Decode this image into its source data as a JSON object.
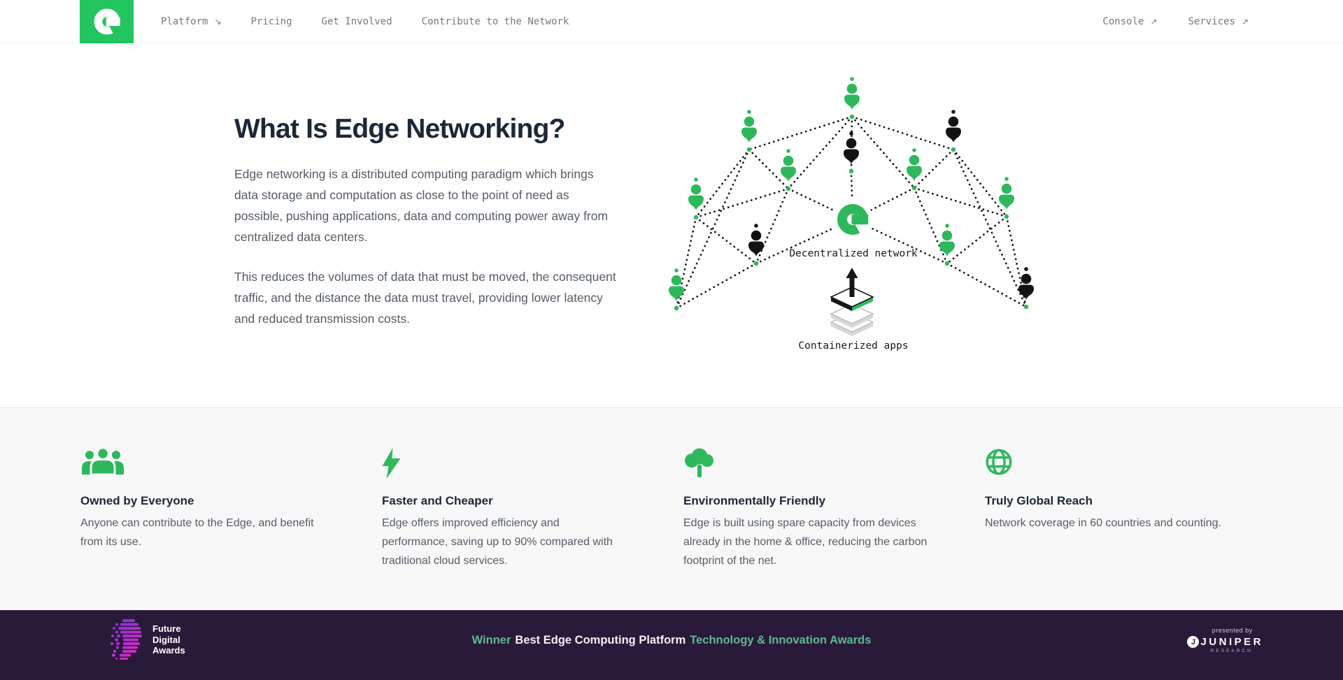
{
  "colors": {
    "brand_green": "#22c55e",
    "icon_green": "#2eb85c",
    "footer_bg": "#2a1a3a",
    "footer_green": "#5eb893",
    "heading": "#1d2736",
    "body_text": "#545c66"
  },
  "nav": {
    "links": [
      {
        "label": "Platform",
        "arrow": "↘"
      },
      {
        "label": "Pricing",
        "arrow": ""
      },
      {
        "label": "Get Involved",
        "arrow": ""
      },
      {
        "label": "Contribute to the Network",
        "arrow": ""
      }
    ],
    "right_links": [
      {
        "label": "Console",
        "arrow": "↗"
      },
      {
        "label": "Services",
        "arrow": "↗"
      }
    ]
  },
  "hero": {
    "title": "What Is Edge Networking?",
    "paragraph1": "Edge networking is a distributed computing paradigm which brings\ndata storage and computation as close to the point of need as\npossible, pushing applications, data and computing power away from\ncentralized data centers.",
    "paragraph2": "This reduces the volumes of data that must be moved, the consequent\ntraffic, and the distance the data must travel, providing lower latency\nand reduced transmission costs."
  },
  "diagram": {
    "label_network": "Decentralized network",
    "label_apps": "Containerized apps"
  },
  "features": [
    {
      "icon": "people-group-icon",
      "title": "Owned by Everyone",
      "description": "Anyone can contribute to the Edge, and benefit\nfrom its use."
    },
    {
      "icon": "lightning-icon",
      "title": "Faster and Cheaper",
      "description": "Edge offers improved efficiency and\nperformance, saving up to 90% compared with\ntraditional cloud services."
    },
    {
      "icon": "tree-icon",
      "title": "Environmentally Friendly",
      "description": "Edge is built using spare capacity from devices\nalready in the home & office, reducing the carbon\nfootprint of the net."
    },
    {
      "icon": "globe-icon",
      "title": "Truly Global Reach",
      "description": "Network coverage in 60 countries and counting."
    }
  ],
  "footer": {
    "award_logo": "Future\nDigital\nAwards",
    "winner_prefix": "Winner",
    "winner_main": "Best Edge Computing Platform",
    "winner_suffix": "Technology & Innovation Awards",
    "presented_by": "presented by",
    "presenter_name": "JUNIPER",
    "presenter_mark": "J",
    "presenter_sub": "RESEARCH"
  }
}
